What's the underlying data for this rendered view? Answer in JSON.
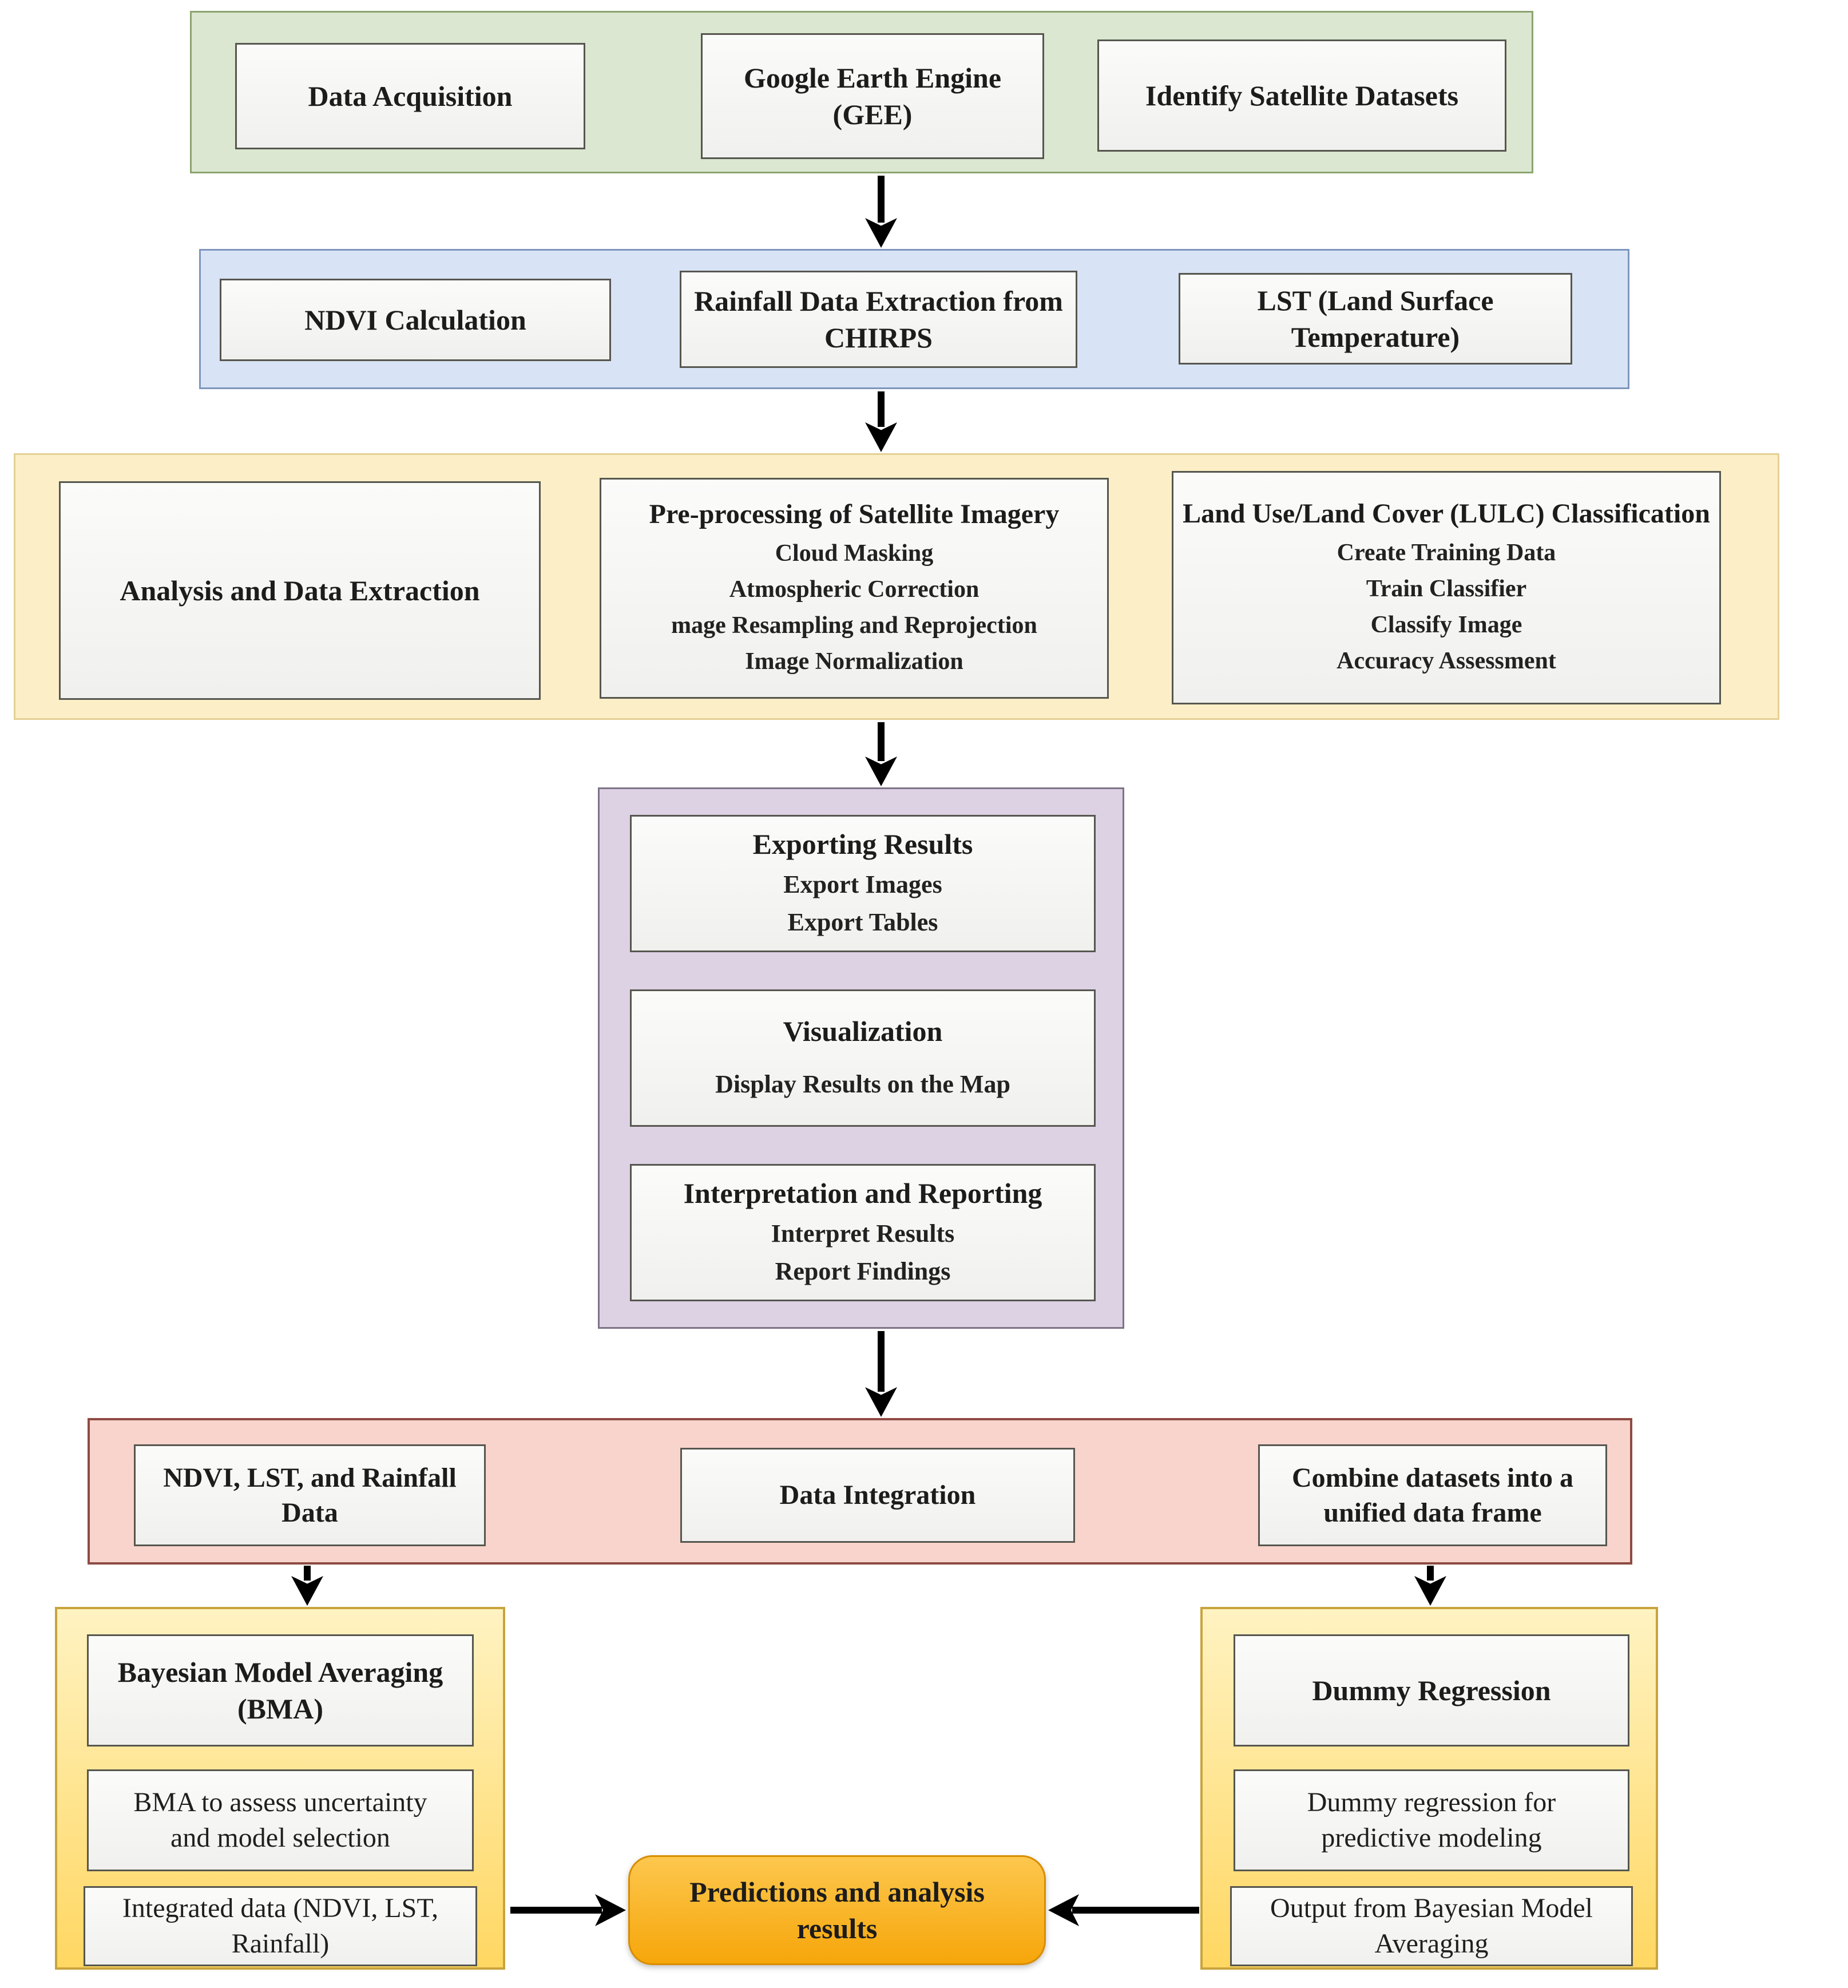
{
  "flow": {
    "acquisition": {
      "items": [
        "Data Acquisition",
        "Google Earth Engine (GEE)",
        "Identify Satellite Datasets"
      ]
    },
    "extraction": {
      "items": [
        "NDVI Calculation",
        "Rainfall Data Extraction from CHIRPS",
        "LST (Land Surface Temperature)"
      ]
    },
    "analysis": {
      "box1": {
        "title": "Analysis and Data Extraction"
      },
      "box2": {
        "title": "Pre-processing of Satellite Imagery",
        "lines": [
          "Cloud Masking",
          "Atmospheric Correction",
          "mage Resampling and Reprojection",
          "Image Normalization"
        ]
      },
      "box3": {
        "title": "Land Use/Land Cover (LULC) Classification",
        "lines": [
          "Create Training Data",
          "Train Classifier",
          "Classify Image",
          "Accuracy Assessment"
        ]
      }
    },
    "results": {
      "box1": {
        "title": "Exporting Results",
        "lines": [
          "Export Images",
          "Export Tables"
        ]
      },
      "box2": {
        "title": "Visualization",
        "lines": [
          "Display Results on the Map"
        ]
      },
      "box3": {
        "title": "Interpretation and Reporting",
        "lines": [
          "Interpret Results",
          "Report Findings"
        ]
      }
    },
    "integration": {
      "items": [
        "NDVI, LST, and Rainfall Data",
        "Data Integration",
        "Combine datasets into a unified data frame"
      ]
    },
    "bma": {
      "title": "Bayesian Model Averaging (BMA)",
      "lines": [
        "BMA to assess uncertainty and model selection",
        "Integrated data (NDVI, LST, Rainfall)"
      ]
    },
    "dummy": {
      "title": "Dummy Regression",
      "lines": [
        "Dummy regression for predictive modeling",
        "Output from Bayesian Model Averaging"
      ]
    },
    "final": {
      "title": "Predictions and analysis results"
    }
  },
  "colors": {
    "band_green_fill": "#dbe7d0",
    "band_green_border": "#8ca471",
    "band_blue_fill": "#d8e3f5",
    "band_blue_border": "#7e96bd",
    "band_yellow_fill": "#fcefc7",
    "band_yellow_border": "#e5d094",
    "band_purple_fill": "#ddd2e4",
    "band_purple_border": "#7d7386",
    "band_pink_fill": "#f8d4cd",
    "band_pink_border": "#8e4b42",
    "container_gold_top": "#fff3c2",
    "container_gold_bottom": "#ffd762",
    "container_gold_border": "#c8a43d",
    "node_fill": "#f4f4f2",
    "node_border": "#56564f",
    "final_fill_top": "#fdc74e",
    "final_fill_bottom": "#f6a60a",
    "final_border": "#d88d00",
    "arrow": "#000000"
  }
}
